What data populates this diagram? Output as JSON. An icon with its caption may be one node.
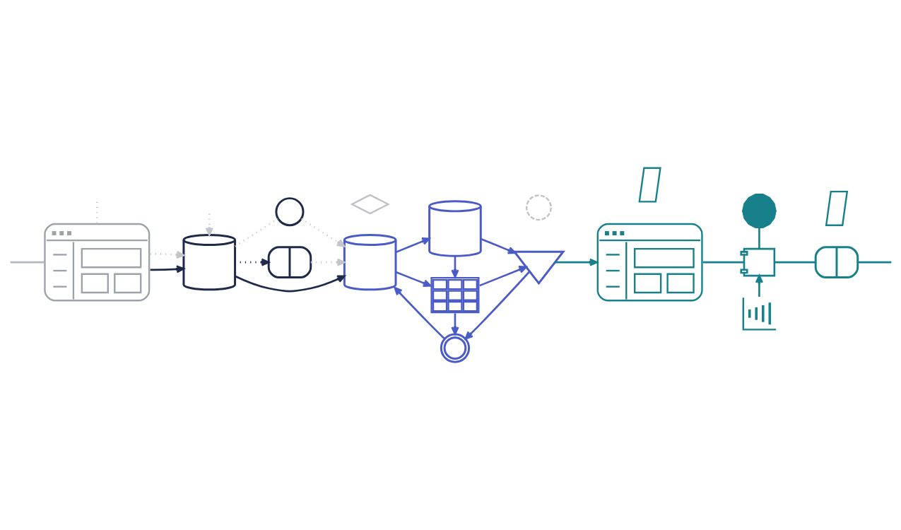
{
  "diagram": {
    "nodes": [
      {
        "text": [],
        "shape": "window"
      },
      {
        "text": [],
        "shape": "cylinder"
      },
      {
        "text": [],
        "shape": "stopwatch"
      },
      {
        "text": [],
        "shape": "server"
      },
      {
        "text": [],
        "shape": "cylinder"
      },
      {
        "text": [],
        "shape": "cylinder"
      },
      {
        "text": [],
        "shape": "table"
      },
      {
        "text": [],
        "shape": "funnel"
      },
      {
        "text": [],
        "shape": "network"
      },
      {
        "text": [],
        "shape": "layers"
      },
      {
        "text": [],
        "shape": "refresh"
      },
      {
        "text": [],
        "shape": "lightning"
      },
      {
        "text": [],
        "shape": "window"
      },
      {
        "text": [],
        "shape": "badge"
      },
      {
        "text": [],
        "shape": "chip"
      },
      {
        "text": [],
        "shape": "chart"
      },
      {
        "text": [],
        "shape": "server"
      },
      {
        "text": [],
        "shape": "lightning"
      }
    ],
    "edges": [
      {
        "from": null,
        "to": 0,
        "arrow": "none",
        "color": "#b4b7be"
      },
      {
        "from": 0,
        "to": null,
        "arrow": "none",
        "style": "dashed",
        "color": "#c4c6cc"
      },
      {
        "from": 0,
        "to": 1,
        "arrow": "to",
        "color": "#1f2a48"
      },
      {
        "from": null,
        "to": 1,
        "arrow": "to",
        "style": "dashed",
        "color": "#c4c6cc"
      },
      {
        "from": 0,
        "to": 1,
        "arrow": "to",
        "style": "dashed",
        "color": "#c4c6cc"
      },
      {
        "from": 1,
        "to": 2,
        "arrow": "none",
        "style": "dashed",
        "color": "#c4c6cc"
      },
      {
        "from": 2,
        "to": 4,
        "arrow": "to",
        "style": "dashed",
        "color": "#c4c6cc"
      },
      {
        "from": 1,
        "to": 4,
        "arrow": "to",
        "color": "#1f2a48"
      },
      {
        "from": 1,
        "to": 3,
        "arrow": "to",
        "style": "dashed",
        "color": "#1f2a48"
      },
      {
        "from": 3,
        "to": 4,
        "arrow": "to",
        "style": "dashed",
        "color": "#c4c6cc"
      },
      {
        "from": 4,
        "to": 5,
        "arrow": "to"
      },
      {
        "from": 5,
        "to": 6,
        "arrow": "to"
      },
      {
        "from": 5,
        "to": 7,
        "arrow": "to"
      },
      {
        "from": 4,
        "to": 6,
        "arrow": "to"
      },
      {
        "from": 6,
        "to": 7,
        "arrow": "to"
      },
      {
        "from": 6,
        "to": 8,
        "arrow": "to"
      },
      {
        "from": 7,
        "to": 8,
        "arrow": "to"
      },
      {
        "from": 8,
        "to": 4,
        "arrow": "to"
      },
      {
        "from": 7,
        "to": 12,
        "arrow": "to",
        "color": "#17808a"
      },
      {
        "from": 12,
        "to": 14,
        "arrow": "none",
        "color": "#17808a"
      },
      {
        "from": 13,
        "to": 14,
        "arrow": "none",
        "color": "#17808a"
      },
      {
        "from": 15,
        "to": 14,
        "arrow": "to",
        "color": "#17808a"
      },
      {
        "from": 14,
        "to": 16,
        "arrow": "none",
        "color": "#17808a"
      },
      {
        "from": 16,
        "to": null,
        "arrow": "none",
        "color": "#17808a"
      }
    ]
  }
}
